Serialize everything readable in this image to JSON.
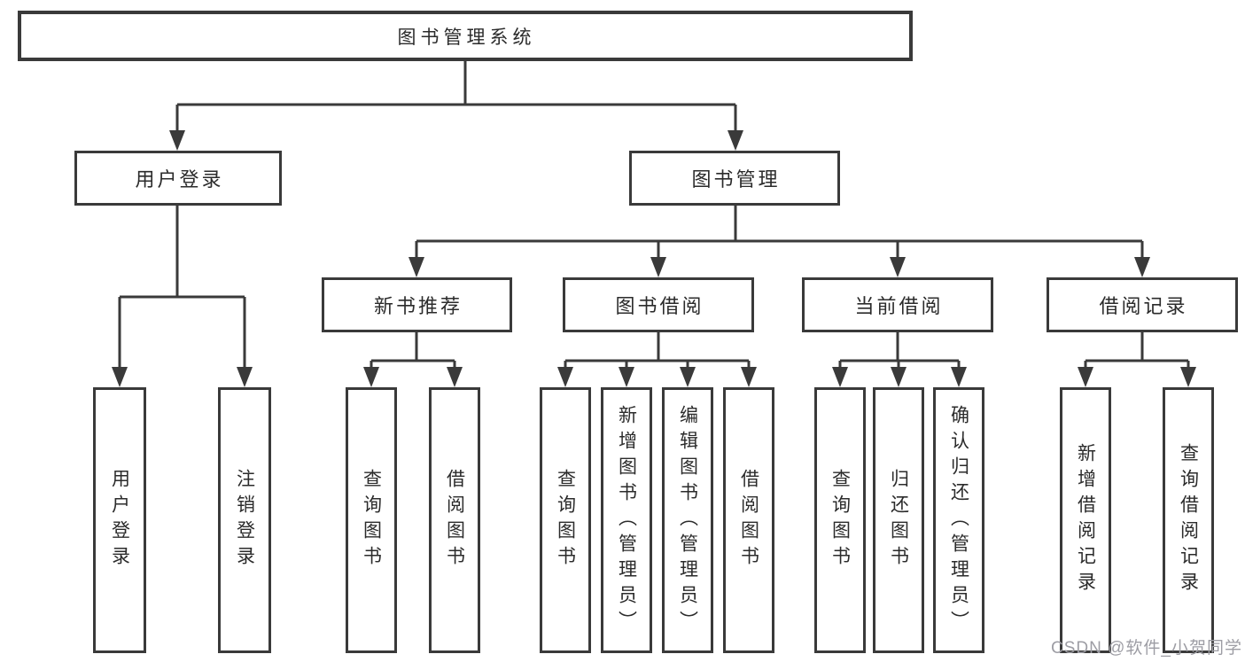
{
  "diagram": {
    "title": "图书管理系统",
    "level2": {
      "user_login": "用户登录",
      "book_management": "图书管理"
    },
    "level3": {
      "new_books": "新书推荐",
      "book_borrow": "图书借阅",
      "current_borrow": "当前借阅",
      "borrow_records": "借阅记录"
    },
    "leaves": {
      "user_login": [
        "用户登录",
        "注销登录"
      ],
      "new_books": [
        "查询图书",
        "借阅图书"
      ],
      "book_borrow": [
        "查询图书",
        "新增图书（管理员）",
        "编辑图书（管理员）",
        "借阅图书"
      ],
      "current_borrow": [
        "查询图书",
        "归还图书",
        "确认归还（管理员）"
      ],
      "borrow_records": [
        "新增借阅记录",
        "查询借阅记录"
      ]
    }
  },
  "watermark": {
    "text": "CSDN @软件_小贺同学"
  },
  "colors": {
    "line": "#3a3a3a",
    "text": "#2b2b2b",
    "watermark": "#9d9da4",
    "background": "#ffffff"
  }
}
